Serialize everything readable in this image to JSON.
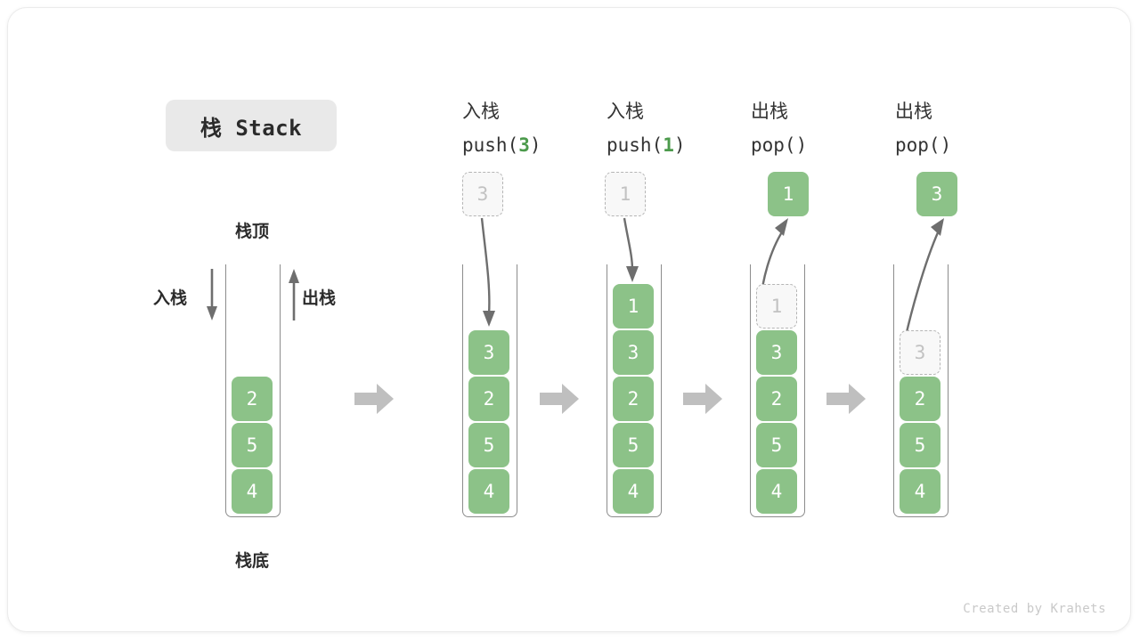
{
  "title": {
    "badge": "栈 Stack"
  },
  "legend": {
    "top_label": "栈顶",
    "bottom_label": "栈底",
    "push_label": "入栈",
    "pop_label": "出栈"
  },
  "footer": {
    "credit": "Created by Krahets"
  },
  "colors": {
    "element_green": "#8cc288",
    "ghost_fill": "#f8f8f8",
    "ghost_border": "#b5b5b5",
    "ghost_text": "#c2c2c2",
    "container_stroke": "#8c8c8c",
    "arrow_gray": "#6e6e6e",
    "transition_gray": "#bfbfbf",
    "badge_bg": "#e9e9e9",
    "accent_number": "#4c9a4c"
  },
  "columns": [
    {
      "id": "initial",
      "header_cn": "",
      "header_code": "",
      "stack": [
        "2",
        "5",
        "4"
      ],
      "ghost_index": -1,
      "float_cell": null,
      "float_kind": "none"
    },
    {
      "id": "push-3",
      "header_cn": "入栈",
      "header_code_prefix": "push(",
      "header_code_value": "3",
      "header_code_suffix": ")",
      "stack": [
        "3",
        "2",
        "5",
        "4"
      ],
      "ghost_index": -1,
      "float_cell": "3",
      "float_kind": "ghost-incoming"
    },
    {
      "id": "push-1",
      "header_cn": "入栈",
      "header_code_prefix": "push(",
      "header_code_value": "1",
      "header_code_suffix": ")",
      "stack": [
        "1",
        "3",
        "2",
        "5",
        "4"
      ],
      "ghost_index": -1,
      "float_cell": "1",
      "float_kind": "ghost-incoming"
    },
    {
      "id": "pop-1",
      "header_cn": "出栈",
      "header_code_prefix": "pop(",
      "header_code_value": "",
      "header_code_suffix": ")",
      "stack": [
        "1",
        "3",
        "2",
        "5",
        "4"
      ],
      "ghost_index": 0,
      "float_cell": "1",
      "float_kind": "filled-outgoing"
    },
    {
      "id": "pop-3",
      "header_cn": "出栈",
      "header_code_prefix": "pop(",
      "header_code_value": "",
      "header_code_suffix": ")",
      "stack": [
        "3",
        "2",
        "5",
        "4"
      ],
      "ghost_index": 0,
      "float_cell": "3",
      "float_kind": "filled-outgoing"
    }
  ],
  "transition_arrows": [
    "→",
    "→",
    "→",
    "→"
  ]
}
